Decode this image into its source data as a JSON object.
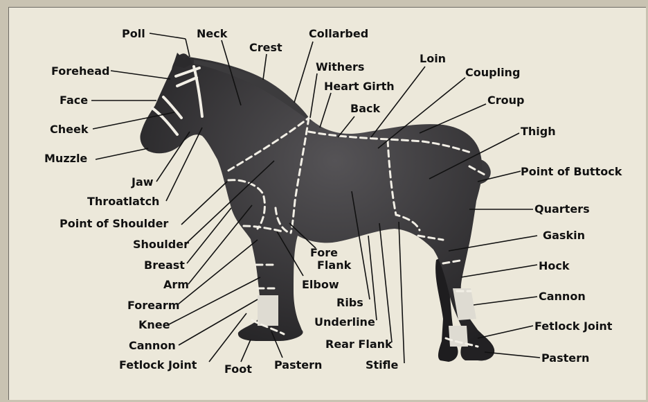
{
  "diagram": {
    "labels": {
      "poll": "Poll",
      "neck": "Neck",
      "crest": "Crest",
      "collarbed": "Collarbed",
      "withers": "Withers",
      "heart_girth": "Heart Girth",
      "back": "Back",
      "loin": "Loin",
      "coupling": "Coupling",
      "croup": "Croup",
      "thigh": "Thigh",
      "point_of_buttock": "Point of Buttock",
      "quarters": "Quarters",
      "gaskin": "Gaskin",
      "hock": "Hock",
      "cannon_rear": "Cannon",
      "fetlock_joint_rear": "Fetlock Joint",
      "pastern_rear": "Pastern",
      "forehead": "Forehead",
      "face": "Face",
      "cheek": "Cheek",
      "muzzle": "Muzzle",
      "jaw": "Jaw",
      "throatlatch": "Throatlatch",
      "point_of_shoulder": "Point of Shoulder",
      "shoulder": "Shoulder",
      "breast": "Breast",
      "arm": "Arm",
      "forearm": "Forearm",
      "knee": "Knee",
      "cannon_front": "Cannon",
      "fetlock_joint_front": "Fetlock Joint",
      "foot": "Foot",
      "pastern_front": "Pastern",
      "fore_flank_line1": "Fore",
      "fore_flank_line2": "Flank",
      "elbow": "Elbow",
      "ribs": "Ribs",
      "underline": "Underline",
      "rear_flank": "Rear Flank",
      "stifle": "Stifle"
    },
    "colors": {
      "paper": "#ece8da",
      "horse": "#2b2a2c",
      "horse_highlight": "#4a494b",
      "markings": "#f2efe6",
      "text": "#111111"
    }
  }
}
